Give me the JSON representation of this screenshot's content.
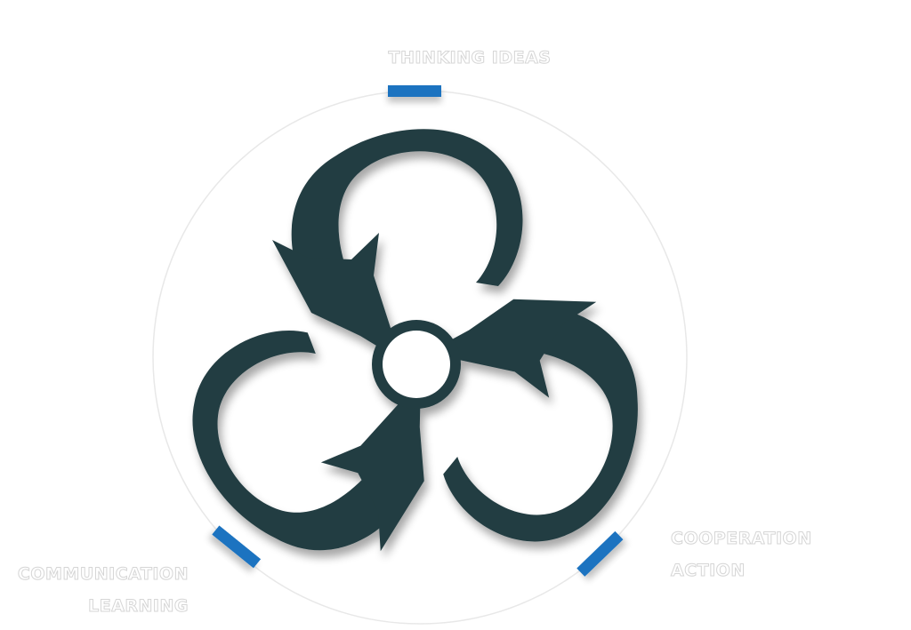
{
  "labels": {
    "top": {
      "line1": "THINKING IDEAS"
    },
    "left": {
      "line1": "COMMUNICATION",
      "line2": "LEARNING"
    },
    "right": {
      "line1": "COOPERATION",
      "line2": "ACTION"
    }
  },
  "colors": {
    "arrow": "#243d42",
    "marker": "#1a73c0",
    "ring": "#e6e6e6",
    "label_outline": "#d6d6d6"
  },
  "icons": {
    "center": "three-arrow-cycle-icon"
  }
}
